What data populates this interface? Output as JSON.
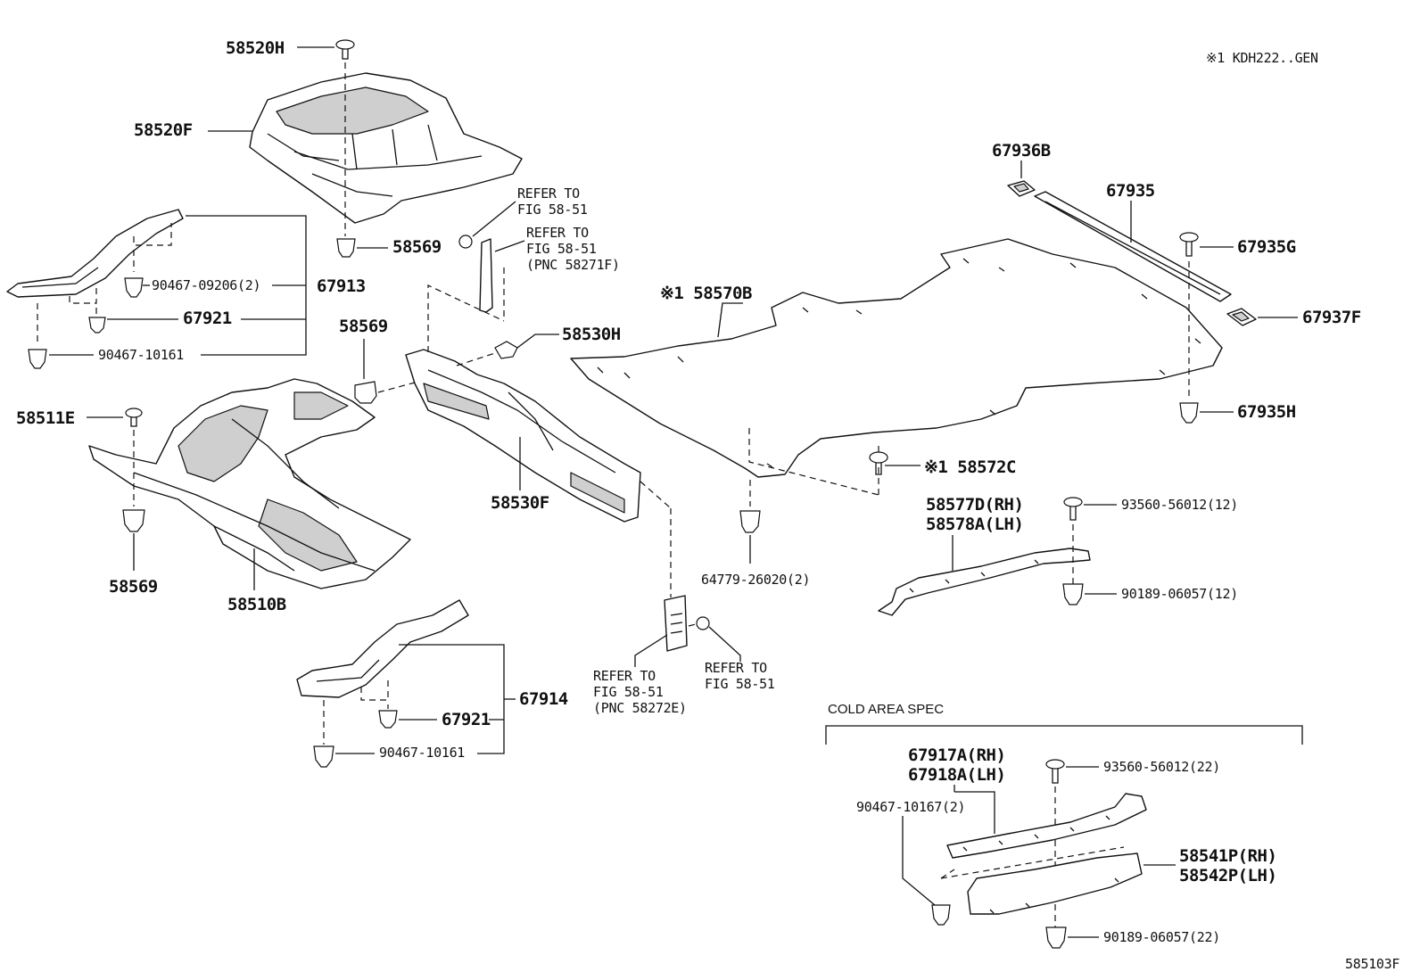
{
  "header_note": "※1 KDH222..GEN",
  "figure_code": "585103F",
  "cold_area_title": "COLD AREA SPEC",
  "labels": {
    "p58520H": "58520H",
    "p58520F": "58520F",
    "p58569a": "58569",
    "p58569b": "58569",
    "p58569c": "58569",
    "p67913": "67913",
    "p90467_09206": "90467-09206(2)",
    "p67921a": "67921",
    "p90467_10161a": "90467-10161",
    "p58511E": "58511E",
    "p58510B": "58510B",
    "p58530H": "58530H",
    "p58530F": "58530F",
    "p67914": "67914",
    "p67921b": "67921",
    "p90467_10161b": "90467-10161",
    "p58570B": "※1 58570B",
    "p67936B": "67936B",
    "p67935": "67935",
    "p67935G": "67935G",
    "p67937F": "67937F",
    "p67935H": "67935H",
    "p58572C": "※1 58572C",
    "p58577D": "58577D(RH)",
    "p58578A": "58578A(LH)",
    "p93560_12": "93560-56012(12)",
    "p90189_12": "90189-06057(12)",
    "p64779": "64779-26020(2)",
    "p67917A": "67917A(RH)",
    "p67918A": "67918A(LH)",
    "p93560_22": "93560-56012(22)",
    "p90467_10167": "90467-10167(2)",
    "p58541P": "58541P(RH)",
    "p58542P": "58542P(LH)",
    "p90189_22": "90189-06057(22)"
  },
  "refer_notes": {
    "r1_line1": "REFER TO",
    "r1_line2": "FIG 58-51",
    "r2_line1": "REFER TO",
    "r2_line2": "FIG 58-51",
    "r2_line3": "(PNC 58271F)",
    "r3_line1": "REFER TO",
    "r3_line2": "FIG 58-51",
    "r3_line3": "(PNC 58272E)",
    "r4_line1": "REFER TO",
    "r4_line2": "FIG 58-51"
  }
}
